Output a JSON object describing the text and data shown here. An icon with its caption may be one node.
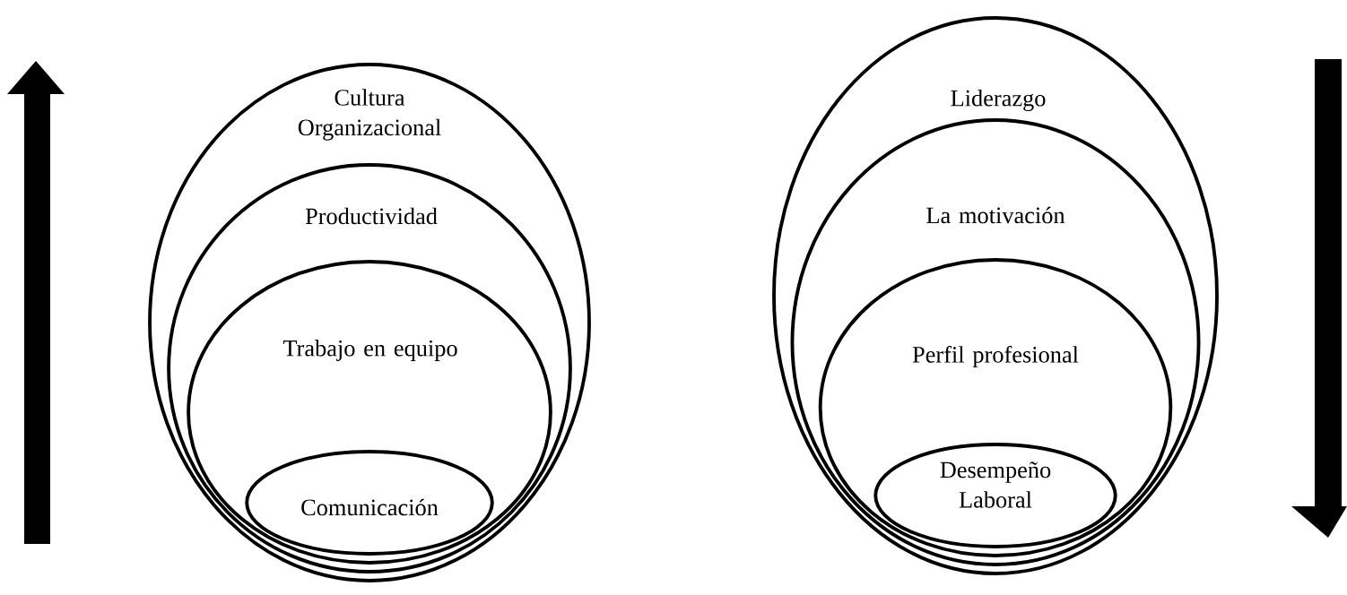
{
  "diagram": {
    "nodes": [
      {
        "text": [
          "Cultura Organizacional"
        ]
      },
      {
        "text": [
          "Productividad"
        ],
        "in": 0
      },
      {
        "text": [
          "Trabajo en equipo"
        ],
        "in": 1
      },
      {
        "text": [
          "Comunicación"
        ],
        "in": 2
      },
      {
        "text": [
          "Liderazgo"
        ]
      },
      {
        "text": [
          "La motivación"
        ],
        "in": 4
      },
      {
        "text": [
          "Perfil profesional"
        ],
        "in": 5
      },
      {
        "text": [
          "Desempeño Laboral"
        ],
        "in": 6
      }
    ]
  }
}
